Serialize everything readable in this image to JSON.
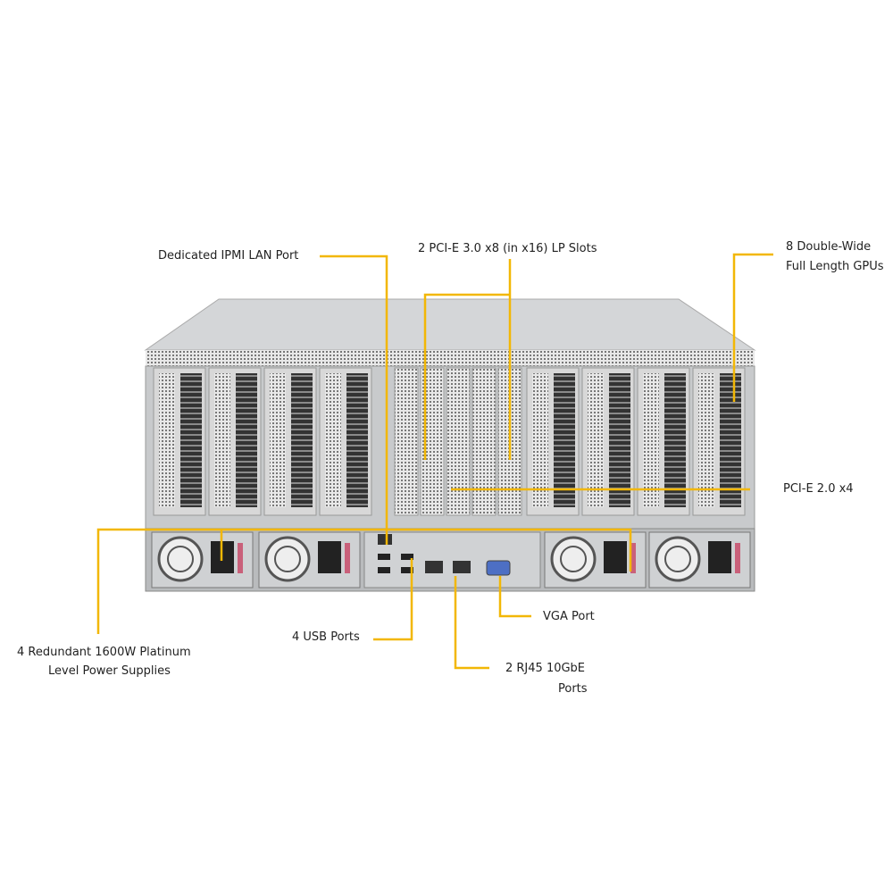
{
  "colors": {
    "callout": "#f2b705",
    "chassis": "#c9cbcd",
    "background": "#ffffff"
  },
  "labels": {
    "ipmi": "Dedicated IPMI LAN Port",
    "lp_slots": "2 PCI-E 3.0 x8 (in x16) LP Slots",
    "gpus_line1": "8 Double-Wide",
    "gpus_line2": "Full Length GPUs",
    "pcie_x4": "PCI-E 2.0 x4",
    "psu_line1": "4 Redundant 1600W Platinum",
    "psu_line2": "Level Power Supplies",
    "usb": "4 USB Ports",
    "rj45_line1": "2 RJ45 10GbE",
    "rj45_line2": "Ports",
    "vga": "VGA Port"
  }
}
